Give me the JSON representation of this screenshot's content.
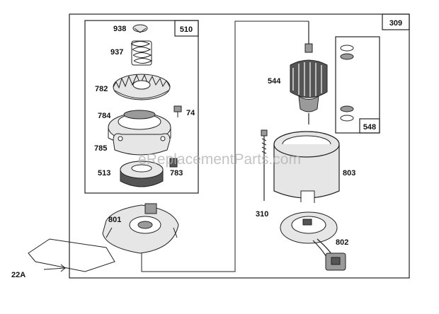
{
  "diagram": {
    "boxes": {
      "main": "309",
      "drive_kit": "510",
      "brush_kit": "548"
    },
    "parts": {
      "p938": "938",
      "p937": "937",
      "p782": "782",
      "p784": "784",
      "p74": "74",
      "p785": "785",
      "p513": "513",
      "p783": "783",
      "p801": "801",
      "p22a": "22A",
      "p544": "544",
      "p803": "803",
      "p310": "310",
      "p802": "802"
    },
    "watermark": "eReplacementParts.com"
  }
}
